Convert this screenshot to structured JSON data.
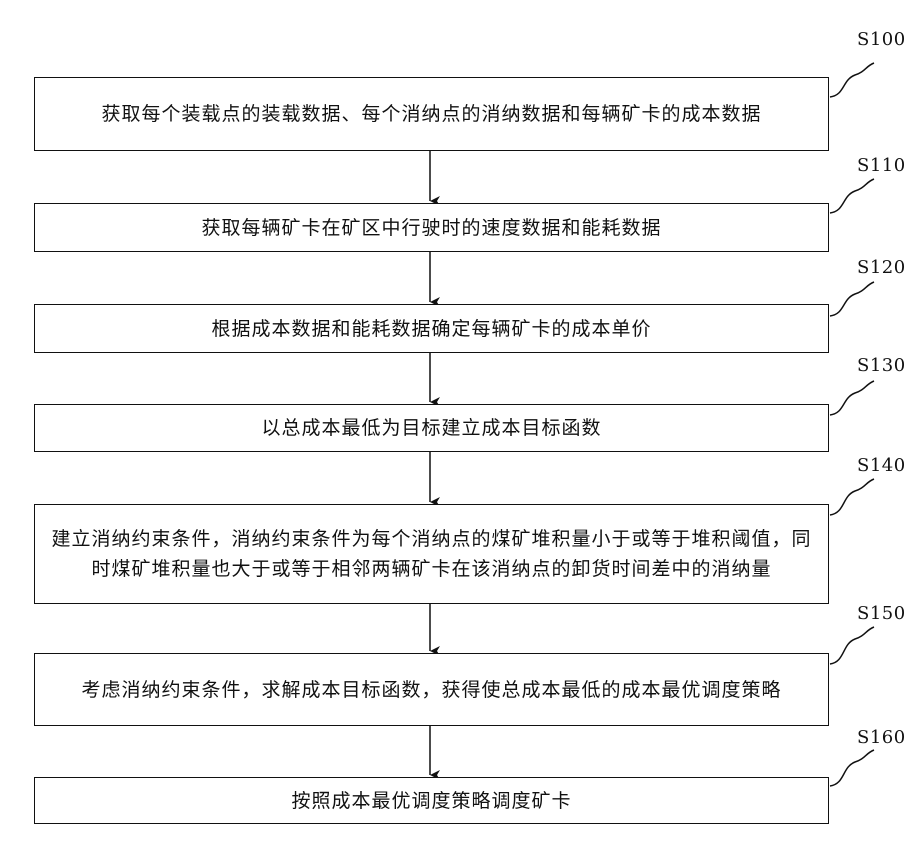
{
  "steps": [
    {
      "id": "S100",
      "label": "S100",
      "text": "获取每个装载点的装载数据、每个消纳点的消纳数据和每辆矿卡的成本数据"
    },
    {
      "id": "S110",
      "label": "S110",
      "text": "获取每辆矿卡在矿区中行驶时的速度数据和能耗数据"
    },
    {
      "id": "S120",
      "label": "S120",
      "text": "根据成本数据和能耗数据确定每辆矿卡的成本单价"
    },
    {
      "id": "S130",
      "label": "S130",
      "text": "以总成本最低为目标建立成本目标函数"
    },
    {
      "id": "S140",
      "label": "S140",
      "text": "建立消纳约束条件，消纳约束条件为每个消纳点的煤矿堆积量小于或等于堆积阈值，同时煤矿堆积量也大于或等于相邻两辆矿卡在该消纳点的卸货时间差中的消纳量"
    },
    {
      "id": "S150",
      "label": "S150",
      "text": "考虑消纳约束条件，求解成本目标函数，获得使总成本最低的成本最优调度策略"
    },
    {
      "id": "S160",
      "label": "S160",
      "text": "按照成本最优调度策略调度矿卡"
    }
  ]
}
